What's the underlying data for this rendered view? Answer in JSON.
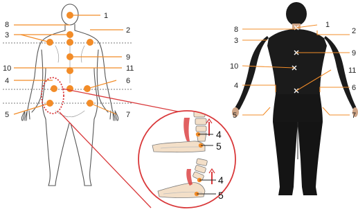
{
  "colors": {
    "marker": "#F28C28",
    "leader": "#F28C28",
    "outline": "#555555",
    "zoom": "#D9383A",
    "suit": "#1b1b1b",
    "skin": "#e7c3a2",
    "spine": "#f3dfc8"
  },
  "left_figure": {
    "labels": [
      "1",
      "2",
      "3",
      "4",
      "5",
      "6",
      "7",
      "8",
      "9",
      "10",
      "11"
    ]
  },
  "inset": {
    "top_labels": [
      "4",
      "5"
    ],
    "bottom_labels": [
      "4",
      "5"
    ]
  },
  "right_photo": {
    "labels": [
      "1",
      "2",
      "3",
      "4",
      "5",
      "6",
      "7",
      "8",
      "9",
      "10",
      "11"
    ]
  }
}
